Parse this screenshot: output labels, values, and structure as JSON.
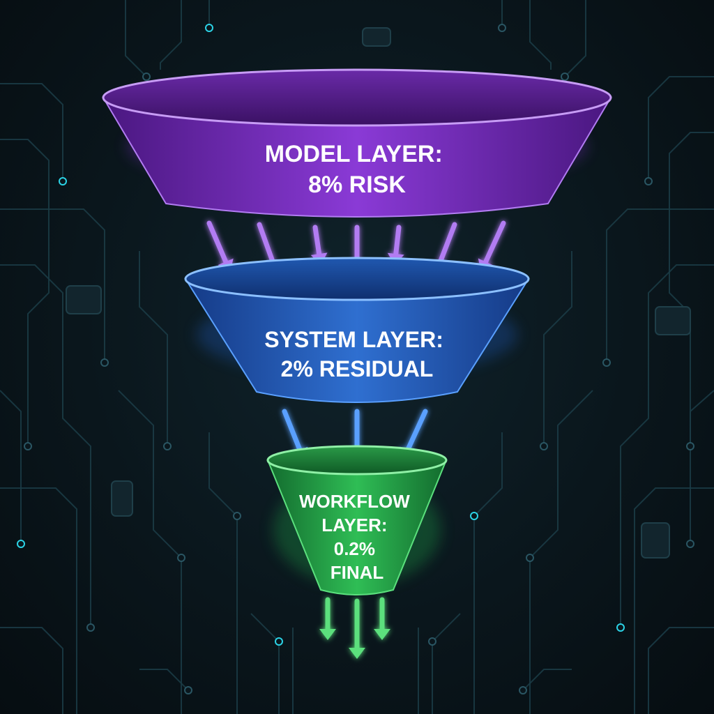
{
  "diagram": {
    "stages": [
      {
        "id": "model",
        "lines": [
          "MODEL LAYER:",
          "8% RISK"
        ],
        "color": "#7a2fc4",
        "accent": "#b27cf2"
      },
      {
        "id": "system",
        "lines": [
          "SYSTEM LAYER:",
          "2% RESIDUAL"
        ],
        "color": "#1f57b5",
        "accent": "#5aa0ff"
      },
      {
        "id": "workflow",
        "lines": [
          "WORKFLOW",
          "LAYER:",
          "0.2%",
          "FINAL"
        ],
        "color": "#1f9b45",
        "accent": "#5be07d"
      }
    ],
    "background_accent": "#2bd3e6"
  }
}
